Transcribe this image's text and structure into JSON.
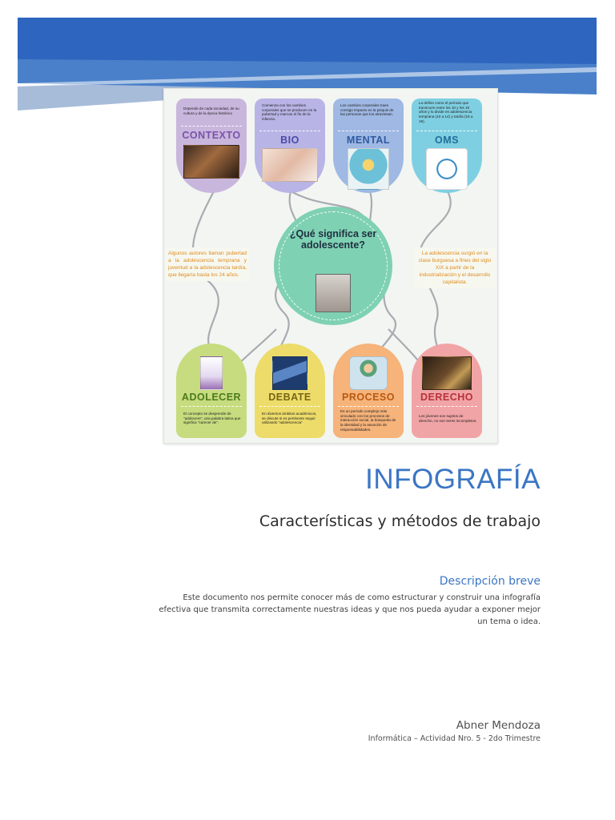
{
  "colors": {
    "banner_dark": "#2e66bf",
    "banner_mid": "#4a80c9",
    "banner_light": "#a7bcd9",
    "title_blue": "#3a76c4",
    "text_dark": "#2d2d2d"
  },
  "infographic": {
    "center_question": "¿Qué significa ser adolescente?",
    "top_tags": [
      {
        "title": "CONTEXTO",
        "desc": "Depende de cada sociedad, de su cultura y de la época histórica",
        "bg": "#c9b6dd",
        "title_color": "#7a52a8",
        "icon": "dancer-photo"
      },
      {
        "title": "BIO",
        "desc": "Comienza con los cambios corporales que se producen en la pubertad y marcan el fin de la infancia.",
        "bg": "#b8b4e6",
        "title_color": "#4a4aa8",
        "icon": "teen-acne-photo"
      },
      {
        "title": "MENTAL",
        "desc": "Los cambios corporales traen consigo impacto en la psiquis de las personas que los atraviesan.",
        "bg": "#9fb8e4",
        "title_color": "#2e5aa0",
        "icon": "meditation-icon"
      },
      {
        "title": "OMS",
        "desc": "La define como el período que transcurre entre los 10 y los 19 años y lo divide en adolescencia temprana (10 a 14) y tardía (15 a 19).",
        "bg": "#7fcfe2",
        "title_color": "#1f6f9a",
        "icon": "who-logo"
      }
    ],
    "bottom_tags": [
      {
        "title": "ADOLECER",
        "desc": "El concepto se desprende de \"adolecere\", una palabra latina que significa \"carecer de\".",
        "bg": "#c6dc7e",
        "title_color": "#4c7a1e",
        "icon": "adolescere-book"
      },
      {
        "title": "DEBATE",
        "desc": "En diversos ámbitos académicos, se discute si es pertinente seguir utilizando \"adolescencia\"",
        "bg": "#eddc6a",
        "title_color": "#7a6514",
        "icon": "nurture-nature-sign"
      },
      {
        "title": "PROCESO",
        "desc": "Es un período complejo más vinculado con los procesos de interacción social, la búsqueda de la identidad y la asunción de responsabilidades.",
        "bg": "#f6b37a",
        "title_color": "#b85a12",
        "icon": "process-person-icon"
      },
      {
        "title": "DERECHO",
        "desc": "Los jóvenes son sujetos de derecho, no son seres incompletos.",
        "bg": "#f1a4a6",
        "title_color": "#b8323a",
        "icon": "justice-scale-photo"
      }
    ],
    "left_note": "Algunos autores llaman pubertad a la adolescencia temprana y juventud a la adolescencia tardía, que llegaría hasta los 24 años.",
    "right_note": "La adolescencia surgió en la clase burguesa a fines del siglo XIX a partir de la industrialización y el desarrollo capitalista."
  },
  "document": {
    "title": "INFOGRAFÍA",
    "subtitle": "Características y métodos de trabajo",
    "description_heading": "Descripción breve",
    "description_body": "Este documento nos permite conocer más de como estructurar y construir una infografía efectiva que transmita correctamente nuestras ideas y que nos pueda ayudar a exponer mejor un tema o idea.",
    "author": "Abner Mendoza",
    "course": "Informática – Actividad Nro. 5 - 2do Trimestre"
  }
}
